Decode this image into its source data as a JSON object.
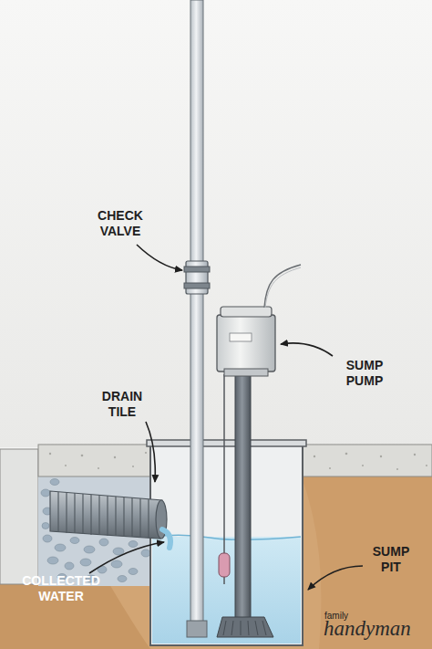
{
  "diagram": {
    "labels": [
      "CHECK VALVE",
      "SUMP PUMP",
      "DRAIN TILE",
      "COLLECTED WATER",
      "SUMP PIT",
      "family",
      "handyman"
    ]
  }
}
